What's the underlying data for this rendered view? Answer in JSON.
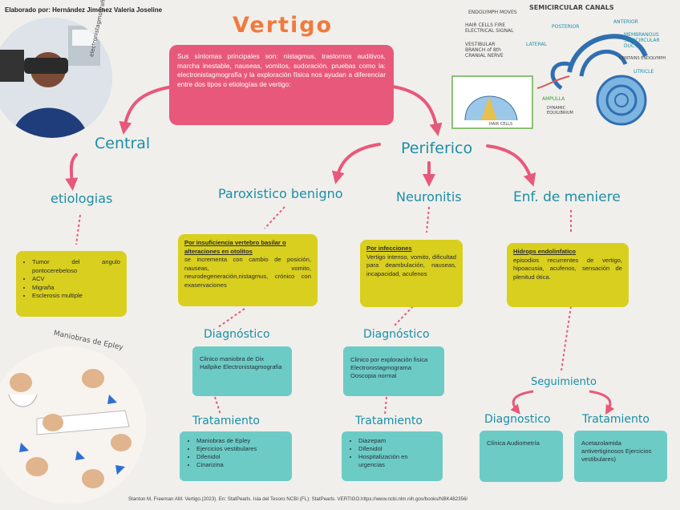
{
  "author": "Elaborado por: Hernández Jiménez Valeria Joseline",
  "title": "Vertigo",
  "intro_text": "Sus síntomas principales son: nistagmus, trastornos auditivos, marcha inestable, nauseas, vomitos, sudoración. pruebas como la: electronistagmografía y la exploración física nos ayudan a diferenciar entre dos tipos o etiologías de vertigo:",
  "photo_label": "electronistagmografia",
  "central": {
    "label": "Central",
    "etiologias_label": "etiologias",
    "items": [
      "Tumor del angulo pontocerebeloso",
      "ACV",
      "Migraña",
      "Esclerosis multiple"
    ]
  },
  "periferico": {
    "label": "Periferico",
    "paroxistico": {
      "label": "Paroxistico benigno",
      "cause_title": "Por insuficiencia vertebro basilar o alteraciones en otolitos",
      "cause_text": "se incrementa con cambio de posición, nauseas, vomito, neurodegeneración,nistagmus, crónico con exaservaciones",
      "diag_label": "Diagnóstico",
      "diag_text": "Clinico maniobra de Dix Hallpike Electronistagmografia",
      "trat_label": "Tratamiento",
      "trat_items": [
        "Maniobras de Epley",
        "Ejercicios vestibulares",
        "Difenidol",
        "Cinarizina"
      ]
    },
    "neuronitis": {
      "label": "Neuronitis",
      "cause_title": "Por infecciones",
      "cause_text": "Vertigo intenso, vomito, dificultad para deambulación, nauseas, incapacidad, acufenos",
      "diag_label": "Diagnóstico",
      "diag_text": "Clinico por exploración fisica Electronistagmograma Ooscopia normal",
      "trat_label": "Tratamiento",
      "trat_items": [
        "Diazepam",
        "Difenidol",
        "Hospitalización en urgencias"
      ]
    },
    "meniere": {
      "label": "Enf. de meniere",
      "cause_title": "Hidrops endolinfatico",
      "cause_text": "episodios recurrentes de vertigo, hipoacusia, acufenos, sensación de plenitud ótica.",
      "seguimiento_label": "Seguimiento",
      "diag_label": "Diagnostico",
      "diag_text": "Clínica Audiometría",
      "trat_label": "Tratamiento",
      "trat_text": "Acetazolamida antivertiginosos Ejercicios vestibulares)"
    }
  },
  "ear_diagram": {
    "title": "SEMICIRCULAR CANALS",
    "labels": [
      "ENDOLYMPH MOVES",
      "HAIR CELLS FIRE ELECTRICAL SIGNAL",
      "VESTIBULAR BRANCH of 8th CRANIAL NERVE",
      "POSTERIOR",
      "ANTERIOR",
      "LATERAL",
      "MEMBRANOUS SEMICIRCULAR DUCT",
      "CONTAINS ENDOLYMPH",
      "UTRICLE",
      "AMPULLA",
      "DYNAMIC EQUILIBRIUM",
      "HAIR CELLS"
    ]
  },
  "epley_label": "Maniobras de Epley",
  "citation": "Stanton M, Freeman AM. Vertigo.(2023). En: StatPearls. Isla del Tesoro NCBI (FL): StatPearls. VERTIGO.https://www.ncbi.nlm.nih.gov/books/NBK482356/",
  "colors": {
    "pink": "#e8587a",
    "yellow": "#d9cf1f",
    "teal": "#6dcbc6",
    "heading": "#1b8ea6",
    "title": "#f07a3c"
  }
}
